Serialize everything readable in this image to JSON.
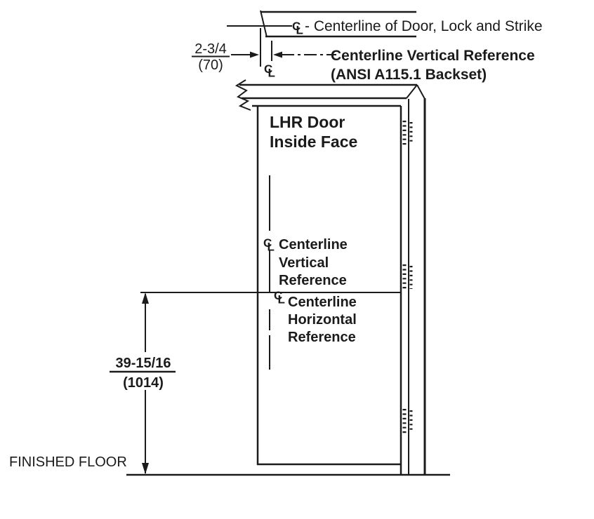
{
  "plan": {
    "door_centerline_label": "- Centerline of Door, Lock and Strike",
    "backset_dim": {
      "inches": "2-3/4",
      "mm": "(70)"
    },
    "vertical_ref_label": {
      "line1": "Centerline Vertical Reference",
      "line2": "(ANSI A115.1 Backset)"
    }
  },
  "elevation": {
    "door_label": {
      "line1": "LHR Door",
      "line2": "Inside Face"
    },
    "vertical_ref": {
      "line1": "Centerline",
      "line2": "Vertical",
      "line3": "Reference"
    },
    "horizontal_ref": {
      "line1": "Centerline",
      "line2": "Horizontal",
      "line3": "Reference"
    },
    "height_dim": {
      "inches": "39-15/16",
      "mm": "(1014)"
    },
    "floor_label": "FINISHED FLOOR"
  },
  "symbols": {
    "centerline_c": "C",
    "centerline_l": "L"
  },
  "colors": {
    "ink": "#1b1b1b",
    "background": "#ffffff"
  }
}
